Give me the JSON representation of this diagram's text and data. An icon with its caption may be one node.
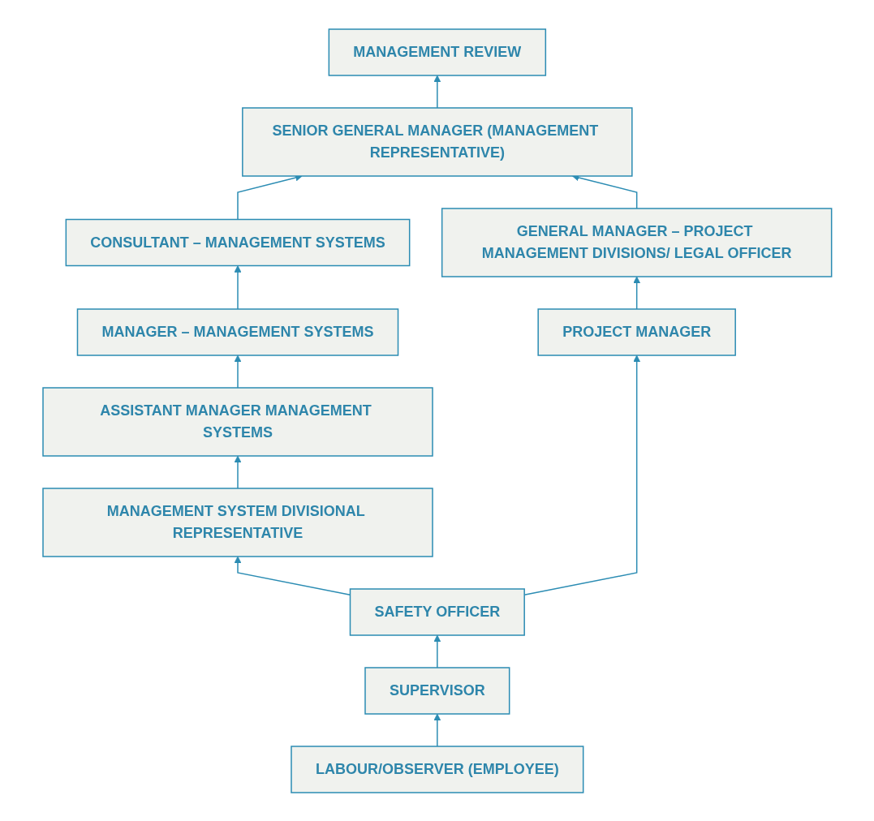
{
  "diagram": {
    "nodes": [
      {
        "text": [
          "MANAGEMENT REVIEW"
        ]
      },
      {
        "text": [
          "SENIOR GENERAL MANAGER (MANAGEMENT REPRESENTATIVE)"
        ]
      },
      {
        "text": [
          "CONSULTANT – MANAGEMENT SYSTEMS"
        ]
      },
      {
        "text": [
          "GENERAL MANAGER – PROJECT MANAGEMENT DIVISIONS/ LEGAL OFFICER"
        ]
      },
      {
        "text": [
          "MANAGER – MANAGEMENT SYSTEMS"
        ]
      },
      {
        "text": [
          "PROJECT MANAGER"
        ]
      },
      {
        "text": [
          "ASSISTANT MANAGER MANAGEMENT SYSTEMS"
        ]
      },
      {
        "text": [
          "MANAGEMENT SYSTEM DIVISIONAL REPRESENTATIVE"
        ]
      },
      {
        "text": [
          "SAFETY OFFICER"
        ]
      },
      {
        "text": [
          "SUPERVISOR"
        ]
      },
      {
        "text": [
          "LABOUR/OBSERVER (EMPLOYEE)"
        ]
      }
    ],
    "edges": [
      {
        "from": 1,
        "to": 0,
        "arrow": "to"
      },
      {
        "from": 2,
        "to": 1,
        "arrow": "to"
      },
      {
        "from": 3,
        "to": 1,
        "arrow": "to"
      },
      {
        "from": 4,
        "to": 2,
        "arrow": "to"
      },
      {
        "from": 5,
        "to": 3,
        "arrow": "to"
      },
      {
        "from": 6,
        "to": 4,
        "arrow": "to"
      },
      {
        "from": 7,
        "to": 6,
        "arrow": "to"
      },
      {
        "from": 8,
        "to": 7,
        "arrow": "to"
      },
      {
        "from": 8,
        "to": 5,
        "arrow": "to"
      },
      {
        "from": 9,
        "to": 8,
        "arrow": "to"
      },
      {
        "from": 10,
        "to": 9,
        "arrow": "to"
      }
    ]
  }
}
